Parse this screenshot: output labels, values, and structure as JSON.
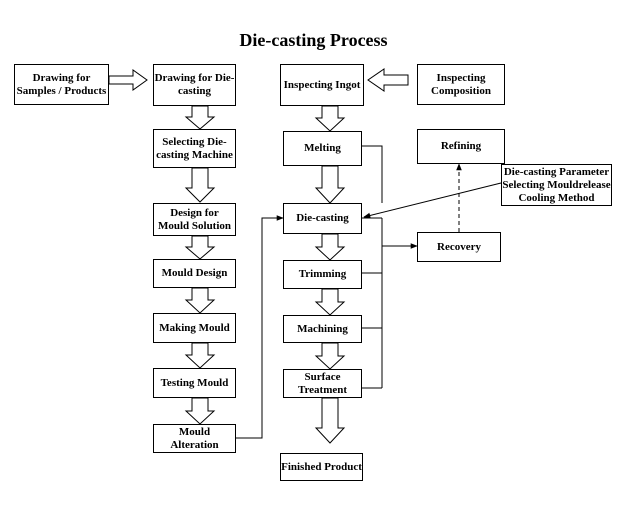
{
  "title": "Die-casting Process",
  "nodes": {
    "drawing_samples": "Drawing for\nSamples / Products",
    "drawing_diecasting": "Drawing for Die-\ncasting",
    "selecting_machine": "Selecting Die-\ncasting Machine",
    "design_mould_solution": "Design for\nMould Solution",
    "mould_design": "Mould Design",
    "making_mould": "Making Mould",
    "testing_mould": "Testing Mould",
    "mould_alteration": "Mould Alteration",
    "inspecting_ingot": "Inspecting Ingot",
    "inspecting_composition": "Inspecting\nComposition",
    "melting": "Melting",
    "die_casting": "Die-casting",
    "trimming": "Trimming",
    "machining": "Machining",
    "surface_treatment": "Surface\nTreatment",
    "finished_product": "Finished Product",
    "refining": "Refining",
    "recovery": "Recovery",
    "parameters": "Die-casting Parameter\nSelecting Mouldrelease\nCooling Method"
  }
}
